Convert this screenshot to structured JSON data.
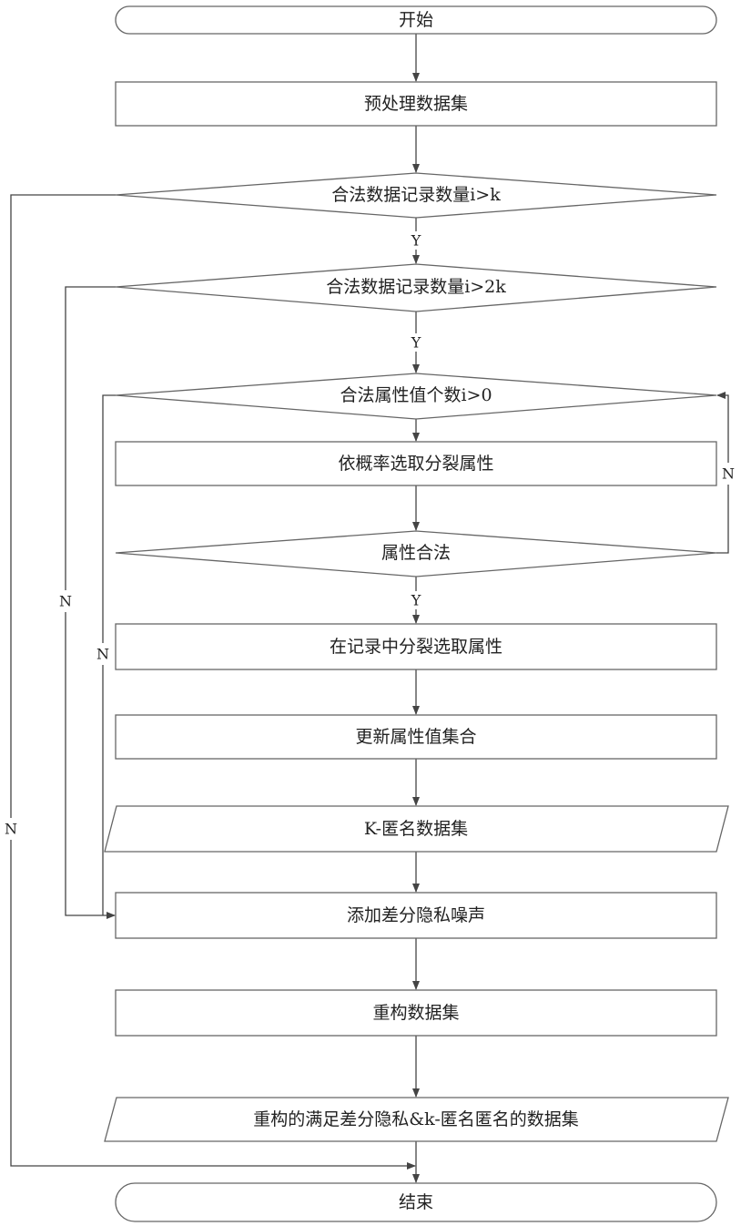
{
  "nodes": {
    "start": "开始",
    "preprocess": "预处理数据集",
    "cond_i_gt_k": "合法数据记录数量i>k",
    "cond_i_gt_2k": "合法数据记录数量i>2k",
    "cond_attr_count": "合法属性值个数i>0",
    "select_attr": "依概率选取分裂属性",
    "attr_valid": "属性合法",
    "split_attr": "在记录中分裂选取属性",
    "update_set": "更新属性值集合",
    "k_anon_dataset": "K-匿名数据集",
    "add_noise": "添加差分隐私噪声",
    "rebuild": "重构数据集",
    "final_dataset": "重构的满足差分隐私&k-匿名匿名的数据集",
    "end": "结束"
  },
  "edge_labels": {
    "yes": "Y",
    "no": "N"
  }
}
